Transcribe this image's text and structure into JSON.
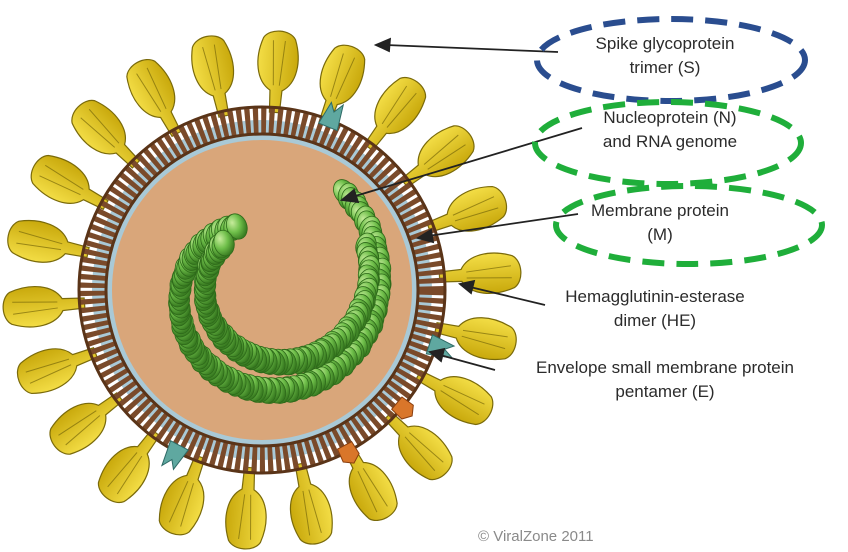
{
  "labels": {
    "spike": {
      "line1": "Spike glycoprotein",
      "line2": "trimer (S)"
    },
    "nucleoprotein": {
      "line1": "Nucleoprotein (N)",
      "line2": "and RNA genome"
    },
    "membrane": {
      "line1": "Membrane protein",
      "line2": "(M)"
    },
    "hemagglutinin": {
      "line1": "Hemagglutinin-esterase",
      "line2": "dimer (HE)"
    },
    "envelope": {
      "line1": "Envelope small membrane protein",
      "line2": "pentamer (E)"
    }
  },
  "copyright": "© ViralZone 2011",
  "colors": {
    "spike": "#e3c71f",
    "spike_outline": "#7a6a0a",
    "envelope": "#7a4a2a",
    "nucleoprotein": "#6fbf4a",
    "core": "#d9a67a",
    "he": "#5fa8a0",
    "e_protein": "#d9762a",
    "highlight_blue": "#2a4d8f",
    "highlight_green": "#1fae3a"
  },
  "icons": {
    "spike": "spike-glycoprotein-icon",
    "nucleoprotein": "nucleoprotein-bead-icon",
    "he": "hemagglutinin-esterase-icon",
    "e_protein": "envelope-protein-icon"
  }
}
